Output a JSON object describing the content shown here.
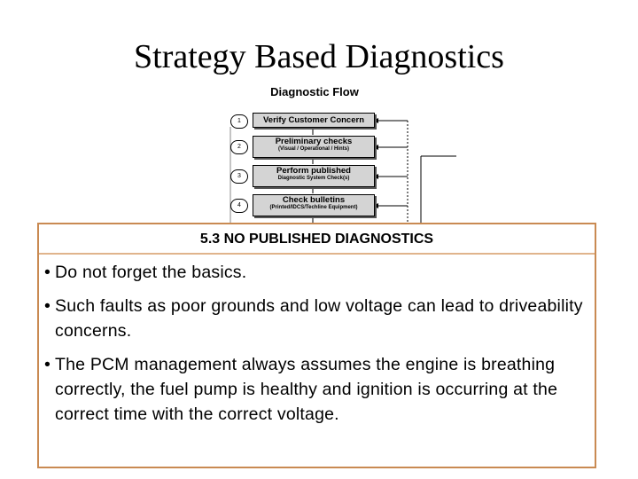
{
  "slide": {
    "title": "Strategy Based Diagnostics"
  },
  "flow": {
    "title": "Diagnostic Flow",
    "steps": [
      {
        "num": "1",
        "main": "Verify Customer Concern",
        "sub": ""
      },
      {
        "num": "2",
        "main": "Preliminary checks",
        "sub": "(Visual / Operational / Hints)"
      },
      {
        "num": "3",
        "main": "Perform published",
        "sub": "Diagnostic System Check(s)"
      },
      {
        "num": "4",
        "main": "Check bulletins",
        "sub": "(Printed/IDCS/Techline Equipment)"
      }
    ]
  },
  "panel": {
    "header": "5.3 NO PUBLISHED DIAGNOSTICS",
    "bullets": [
      "Do not forget the basics.",
      "Such faults as poor grounds and low voltage can lead to driveability concerns.",
      "The PCM management always assumes the engine is breathing correctly, the fuel pump is healthy and ignition is occurring at the correct time with the correct voltage."
    ],
    "bullet_char": "•"
  },
  "colors": {
    "panel_border": "#c98a52",
    "box_fill": "#d4d4d4"
  }
}
